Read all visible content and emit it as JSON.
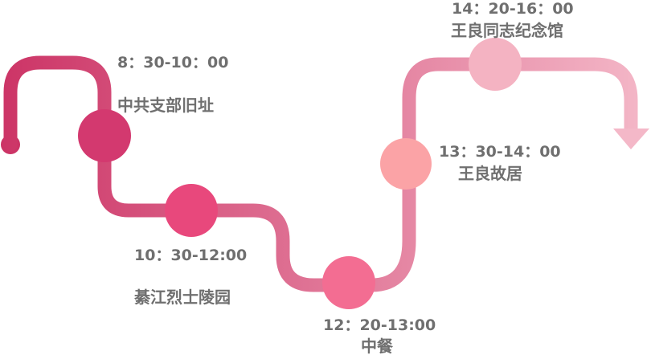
{
  "itinerary": [
    {
      "time": "8：30-10：00",
      "place": "中共支部旧址",
      "color": "#d3396f"
    },
    {
      "time": "10：30-12:00",
      "place": "綦江烈士陵园",
      "color": "#e8487c"
    },
    {
      "time": "12：20-13:00",
      "place": "中餐",
      "color": "#f36d92"
    },
    {
      "time": "13：30-14：00",
      "place": "王良故居",
      "color": "#fba3a6"
    },
    {
      "time": "14：20-16：00",
      "place": "王良同志纪念馆",
      "color": "#f4b3c2"
    }
  ],
  "palette": {
    "start": "#cc3466",
    "end": "#f4b8c8"
  }
}
